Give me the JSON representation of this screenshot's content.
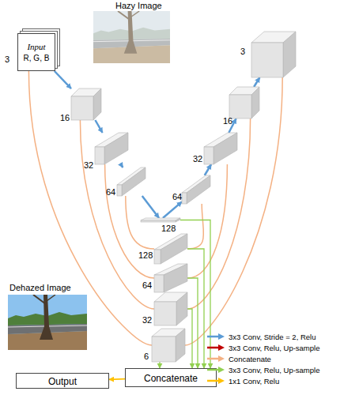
{
  "diagram": {
    "nodes": [
      {
        "text": [
          "Input",
          "R, G, B",
          "3"
        ]
      },
      {
        "text": [
          "16"
        ]
      },
      {
        "text": [
          "32"
        ]
      },
      {
        "text": [
          "64"
        ]
      },
      {
        "text": [
          "128"
        ]
      },
      {
        "text": [
          "64"
        ]
      },
      {
        "text": [
          "32"
        ]
      },
      {
        "text": [
          "16"
        ]
      },
      {
        "text": [
          "3"
        ]
      },
      {
        "text": [
          "128"
        ]
      },
      {
        "text": [
          "64"
        ]
      },
      {
        "text": [
          "32"
        ]
      },
      {
        "text": [
          "6"
        ]
      },
      {
        "text": [
          "Concatenate"
        ]
      },
      {
        "text": [
          "Output"
        ]
      }
    ],
    "edges": [
      {
        "from": 0,
        "to": 1,
        "arrow": "to"
      },
      {
        "from": 1,
        "to": 2,
        "arrow": "to"
      },
      {
        "from": 2,
        "to": 3,
        "arrow": "to"
      },
      {
        "from": 3,
        "to": 4,
        "arrow": "to"
      },
      {
        "from": 4,
        "to": 5,
        "arrow": "to"
      },
      {
        "from": 5,
        "to": 6,
        "arrow": "to"
      },
      {
        "from": 6,
        "to": 7,
        "arrow": "to"
      },
      {
        "from": 7,
        "to": 8,
        "arrow": "to"
      },
      {
        "from": 3,
        "to": 9,
        "arrow": "none"
      },
      {
        "from": 5,
        "to": 9,
        "arrow": "none"
      },
      {
        "from": 2,
        "to": 10,
        "arrow": "none"
      },
      {
        "from": 6,
        "to": 10,
        "arrow": "none"
      },
      {
        "from": 1,
        "to": 11,
        "arrow": "none"
      },
      {
        "from": 7,
        "to": 11,
        "arrow": "none"
      },
      {
        "from": 0,
        "to": 12,
        "arrow": "none"
      },
      {
        "from": 8,
        "to": 12,
        "arrow": "none"
      },
      {
        "from": 4,
        "to": 13,
        "arrow": "to"
      },
      {
        "from": 9,
        "to": 13,
        "arrow": "to"
      },
      {
        "from": 10,
        "to": 13,
        "arrow": "to"
      },
      {
        "from": 11,
        "to": 13,
        "arrow": "to"
      },
      {
        "from": 12,
        "to": 13,
        "arrow": "to"
      },
      {
        "from": 13,
        "to": 14,
        "arrow": "to"
      }
    ],
    "labels": [
      "Hazy Image",
      "Dehazed Image"
    ],
    "legend": [
      {
        "text": "3x3 Conv, Stride = 2, Relu",
        "color": "#5b9bd5"
      },
      {
        "text": "3x3 Conv, Relu, Up-sample",
        "color": "#c00000"
      },
      {
        "text": "Concatenate",
        "color": "#f4b183"
      },
      {
        "text": "3x3 Conv, Relu, Up-sample",
        "color": "#92d050"
      },
      {
        "text": "1x1 Conv, Relu",
        "color": "#ffc000"
      }
    ]
  }
}
